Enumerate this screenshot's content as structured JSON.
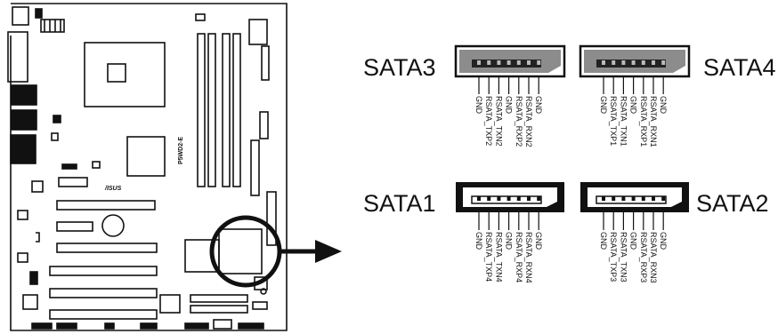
{
  "board": {
    "model": "P5WD2-E",
    "logo": "/ISUS"
  },
  "connectors": [
    {
      "label": "SATA3",
      "style": "gray",
      "pins": [
        "GND",
        "RSATA_TXP2",
        "RSATA_TXN2",
        "GND",
        "RSATA_RXP2",
        "RSATA_RXN2",
        "GND"
      ]
    },
    {
      "label": "SATA4",
      "style": "gray",
      "pins": [
        "GND",
        "RSATA_TXP1",
        "RSATA_TXN1",
        "GND",
        "RSATA_RXP1",
        "RSATA_RXN1",
        "GND"
      ]
    },
    {
      "label": "SATA1",
      "style": "white",
      "pins": [
        "GND",
        "RSATA_TXP4",
        "RSATA_TXN4",
        "GND",
        "RSATA_RXP4",
        "RSATA_RXN4",
        "GND"
      ]
    },
    {
      "label": "SATA2",
      "style": "white",
      "pins": [
        "GND",
        "RSATA_TXP3",
        "RSATA_TXN3",
        "GND",
        "RSATA_RXP3",
        "RSATA_RXN3",
        "GND"
      ]
    }
  ],
  "colors": {
    "ink": "#111111",
    "connector_gray": "#8c8c8c",
    "pin_dark": "#222222"
  }
}
